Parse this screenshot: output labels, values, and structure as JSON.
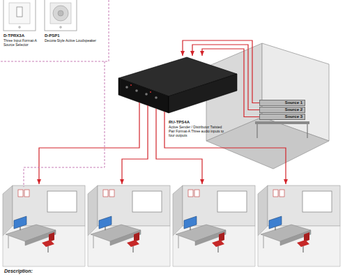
{
  "diagram": {
    "nodes": [
      {
        "text": [
          "D-TPRX3A",
          "Three Input Format-A Source Selector"
        ]
      },
      {
        "text": [
          "D-PSP1",
          "Decora-Style Active Loudspeaker"
        ]
      },
      {
        "text": [
          "Source 1"
        ]
      },
      {
        "text": [
          "Source 2"
        ]
      },
      {
        "text": [
          "Source 3"
        ]
      },
      {
        "text": [
          "RU-TPS4A",
          "Active Sender / Distributor Twisted Pair Format-A Three audio inputs to four outputs"
        ]
      }
    ],
    "edges": [
      {
        "from": 2,
        "to": 5,
        "arrow": "to"
      },
      {
        "from": 3,
        "to": 5,
        "arrow": "to"
      },
      {
        "from": 4,
        "to": 5,
        "arrow": "to"
      }
    ],
    "labels": [
      "Description:"
    ]
  }
}
